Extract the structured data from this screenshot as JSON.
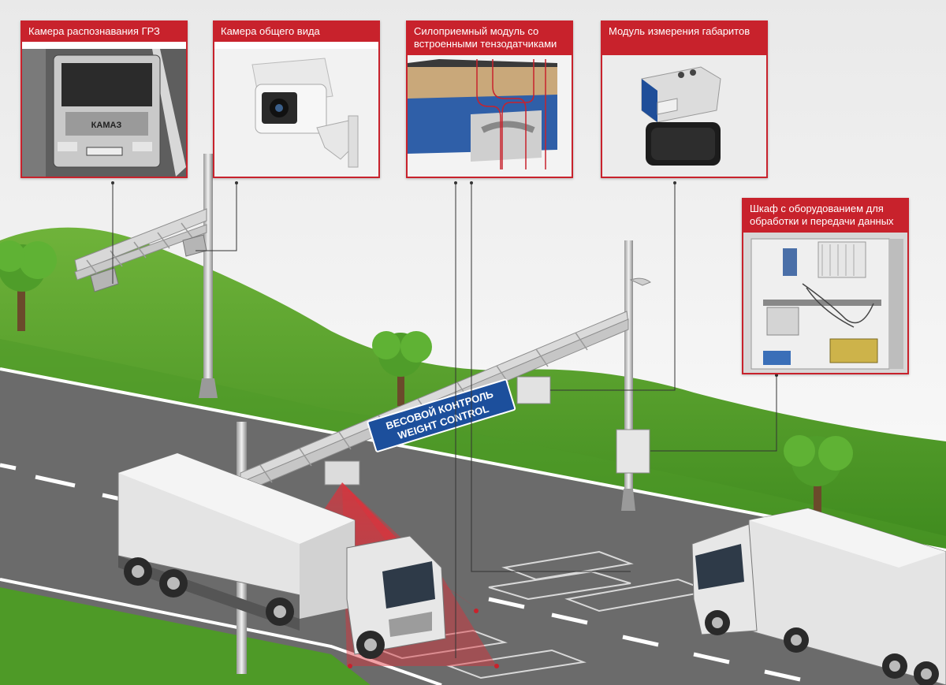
{
  "cards": {
    "grz_camera": {
      "label": "Камера распознавания ГРЗ"
    },
    "overview_camera": {
      "label": "Камера общего вида"
    },
    "force_module": {
      "label": "Силоприемный модуль со встроенными тензодатчиками"
    },
    "dimension_module": {
      "label": "Модуль измерения габаритов"
    },
    "equipment_cabinet": {
      "label": "Шкаф с оборудованием для обработки и передачи данных"
    }
  },
  "sign": {
    "line1": "ВЕСОВОЙ КОНТРОЛЬ",
    "line2": "WEIGHT CONTROL",
    "color": "#1c4f9c"
  },
  "truck_grille_text": "КАМАЗ",
  "colors": {
    "accent": "#c8222c",
    "grass": "#5aa02c",
    "road": "#6b6b6b",
    "laser": "#e0303a"
  }
}
